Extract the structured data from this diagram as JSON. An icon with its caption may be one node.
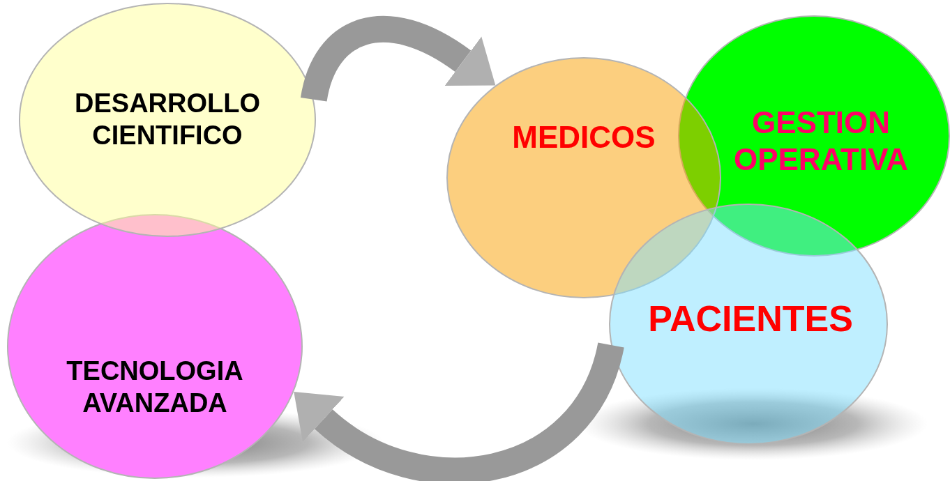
{
  "diagram": {
    "nodes": [
      {
        "text": [
          "DESARROLLO CIENTIFICO"
        ]
      },
      {
        "text": [
          "TECNOLOGIA AVANZADA"
        ]
      },
      {
        "text": [
          "MEDICOS"
        ]
      },
      {
        "text": [
          "GESTION OPERATIVA"
        ]
      },
      {
        "text": [
          "PACIENTES"
        ]
      }
    ],
    "edges": [
      {
        "from": 0,
        "to": 2,
        "arrow": "to"
      },
      {
        "from": 4,
        "to": 1,
        "arrow": "to"
      }
    ]
  }
}
